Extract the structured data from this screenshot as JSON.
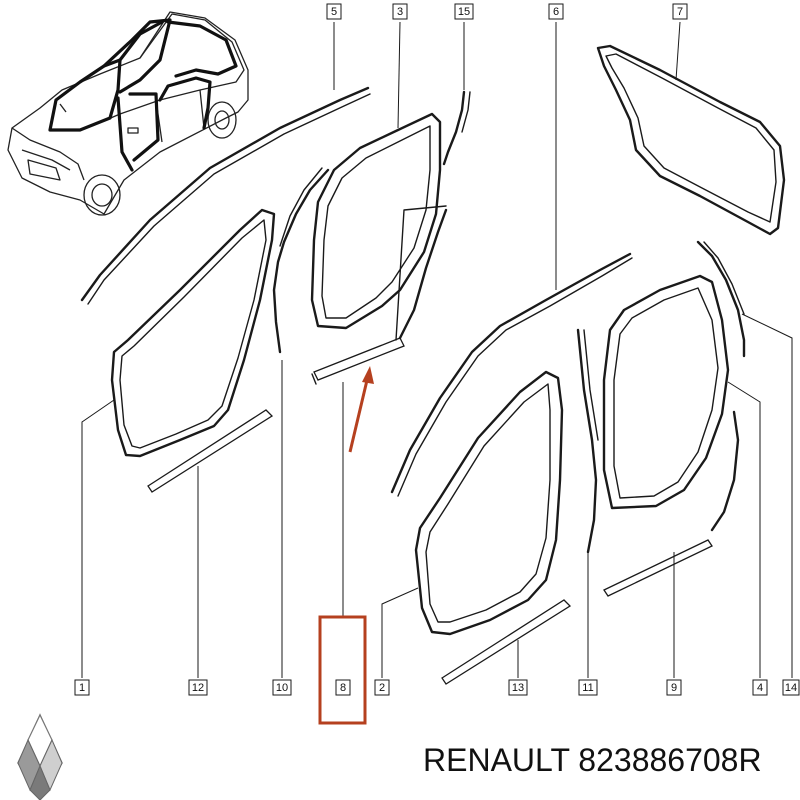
{
  "callouts": [
    {
      "id": "5",
      "label": "5"
    },
    {
      "id": "3",
      "label": "3"
    },
    {
      "id": "15",
      "label": "15"
    },
    {
      "id": "6",
      "label": "6"
    },
    {
      "id": "7",
      "label": "7"
    },
    {
      "id": "1",
      "label": "1"
    },
    {
      "id": "12",
      "label": "12"
    },
    {
      "id": "10",
      "label": "10"
    },
    {
      "id": "8",
      "label": "8"
    },
    {
      "id": "2",
      "label": "2"
    },
    {
      "id": "13",
      "label": "13"
    },
    {
      "id": "11",
      "label": "11"
    },
    {
      "id": "9",
      "label": "9"
    },
    {
      "id": "4",
      "label": "4"
    },
    {
      "id": "14",
      "label": "14"
    }
  ],
  "highlight": {
    "callout": "8",
    "color": "#b5401f"
  },
  "caption": {
    "brand": "RENAULT",
    "part_number": "823886708R"
  },
  "logo": {
    "name": "renault-diamond-logo"
  },
  "colors": {
    "ink": "#1a1a1a",
    "highlight": "#b5401f",
    "logo_light": "#e6e6e6",
    "logo_dark": "#8a8a8a"
  }
}
